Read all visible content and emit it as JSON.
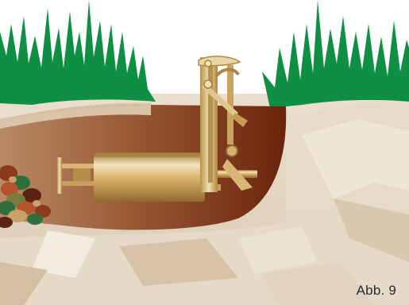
{
  "figure": {
    "label": "Abb. 9"
  },
  "colors": {
    "background": "#ffffff",
    "grass": "#0e8f43",
    "sand": "#e2d3bf",
    "sand_highlight": "#f2e9dc",
    "tunnel_light": "#b98a67",
    "tunnel_dark": "#6a230c",
    "trap_brass_light": "#f4e3b8",
    "trap_brass": "#d6ad66",
    "trap_brass_dark": "#9c7436",
    "leaves": [
      "#8a3a1d",
      "#2e6f3c",
      "#b4542b",
      "#5a2413",
      "#c9a16a",
      "#7a7a3a"
    ]
  },
  "scene": {
    "elements": [
      "grass-left",
      "grass-right",
      "soil-surface",
      "tunnel",
      "leaf-nest",
      "mole-trap",
      "trigger-lever",
      "trap-bow"
    ]
  }
}
